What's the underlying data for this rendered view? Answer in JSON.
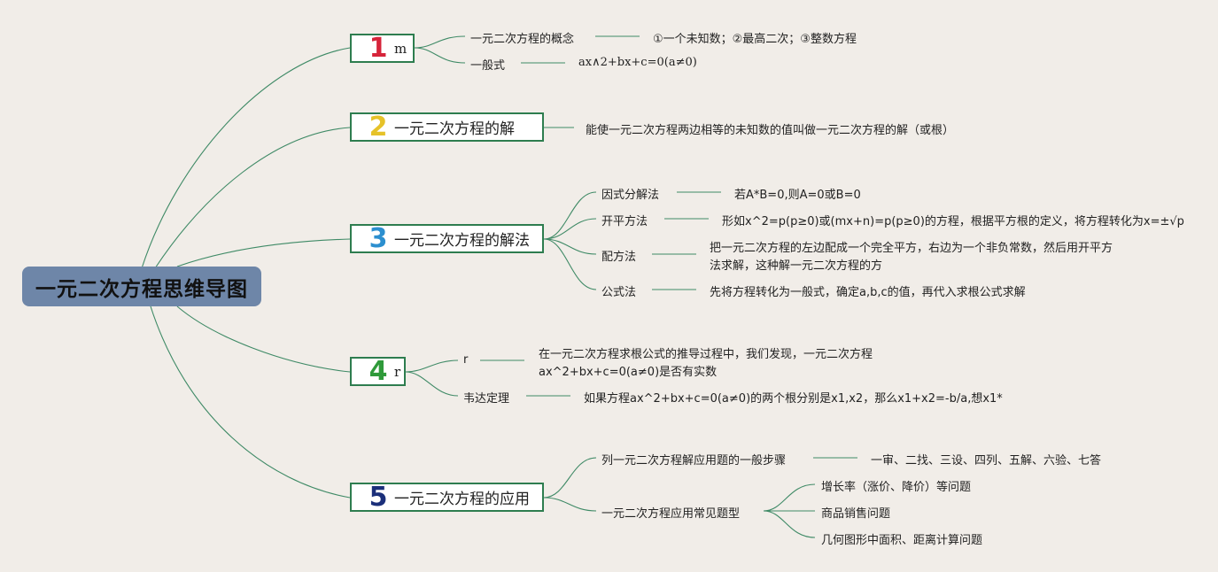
{
  "title": "一元二次方程思维导图",
  "colors": {
    "background": "#f1ede8",
    "root_fill": "#6e86a8",
    "line": "#3f8a66",
    "box_border": "#2e7d4f",
    "num1": "#d6243a",
    "num2": "#e6c229",
    "num3": "#2c8fcf",
    "num4": "#2f9a3a",
    "num5": "#1b2f7a"
  },
  "branches": [
    {
      "num": "1",
      "title": "m",
      "children": [
        {
          "label": "一元二次方程的概念",
          "value": "①一个未知数；②最高二次；③整数方程"
        },
        {
          "label": "一般式",
          "value": "ax∧2+bx+c=0(a≠0)"
        }
      ]
    },
    {
      "num": "2",
      "title": "一元二次方程的解",
      "value": "能使一元二次方程两边相等的未知数的值叫做一元二次方程的解（或根）"
    },
    {
      "num": "3",
      "title": "一元二次方程的解法",
      "children": [
        {
          "label": "因式分解法",
          "value": "若A*B=0,则A=0或B=0"
        },
        {
          "label": "开平方法",
          "value": "形如x^2=p(p≥0)或(mx+n)=p(p≥0)的方程，根据平方根的定义，将方程转化为x=±√p"
        },
        {
          "label": "配方法",
          "value_line1": "把一元二次方程的左边配成一个完全平方，右边为一个非负常数，然后用开平方",
          "value_line2": "法求解，这种解一元二次方程的方"
        },
        {
          "label": "公式法",
          "value": "先将方程转化为一般式，确定a,b,c的值，再代入求根公式求解"
        }
      ]
    },
    {
      "num": "4",
      "title": "r",
      "children": [
        {
          "label": "r",
          "value_line1": "在一元二次方程求根公式的推导过程中，我们发现，一元二次方程",
          "value_line2": "ax^2+bx+c=0(a≠0)是否有实数"
        },
        {
          "label": "韦达定理",
          "value": "如果方程ax^2+bx+c=0(a≠0)的两个根分别是x1,x2，那么x1+x2=-b/a,想x1*"
        }
      ]
    },
    {
      "num": "5",
      "title": "一元二次方程的应用",
      "children": [
        {
          "label": "列一元二次方程解应用题的一般步骤",
          "value": "一审、二找、三设、四列、五解、六验、七答"
        },
        {
          "label": "一元二次方程应用常见题型",
          "items": [
            "增长率（涨价、降价）等问题",
            "商品销售问题",
            "几何图形中面积、距离计算问题"
          ]
        }
      ]
    }
  ]
}
